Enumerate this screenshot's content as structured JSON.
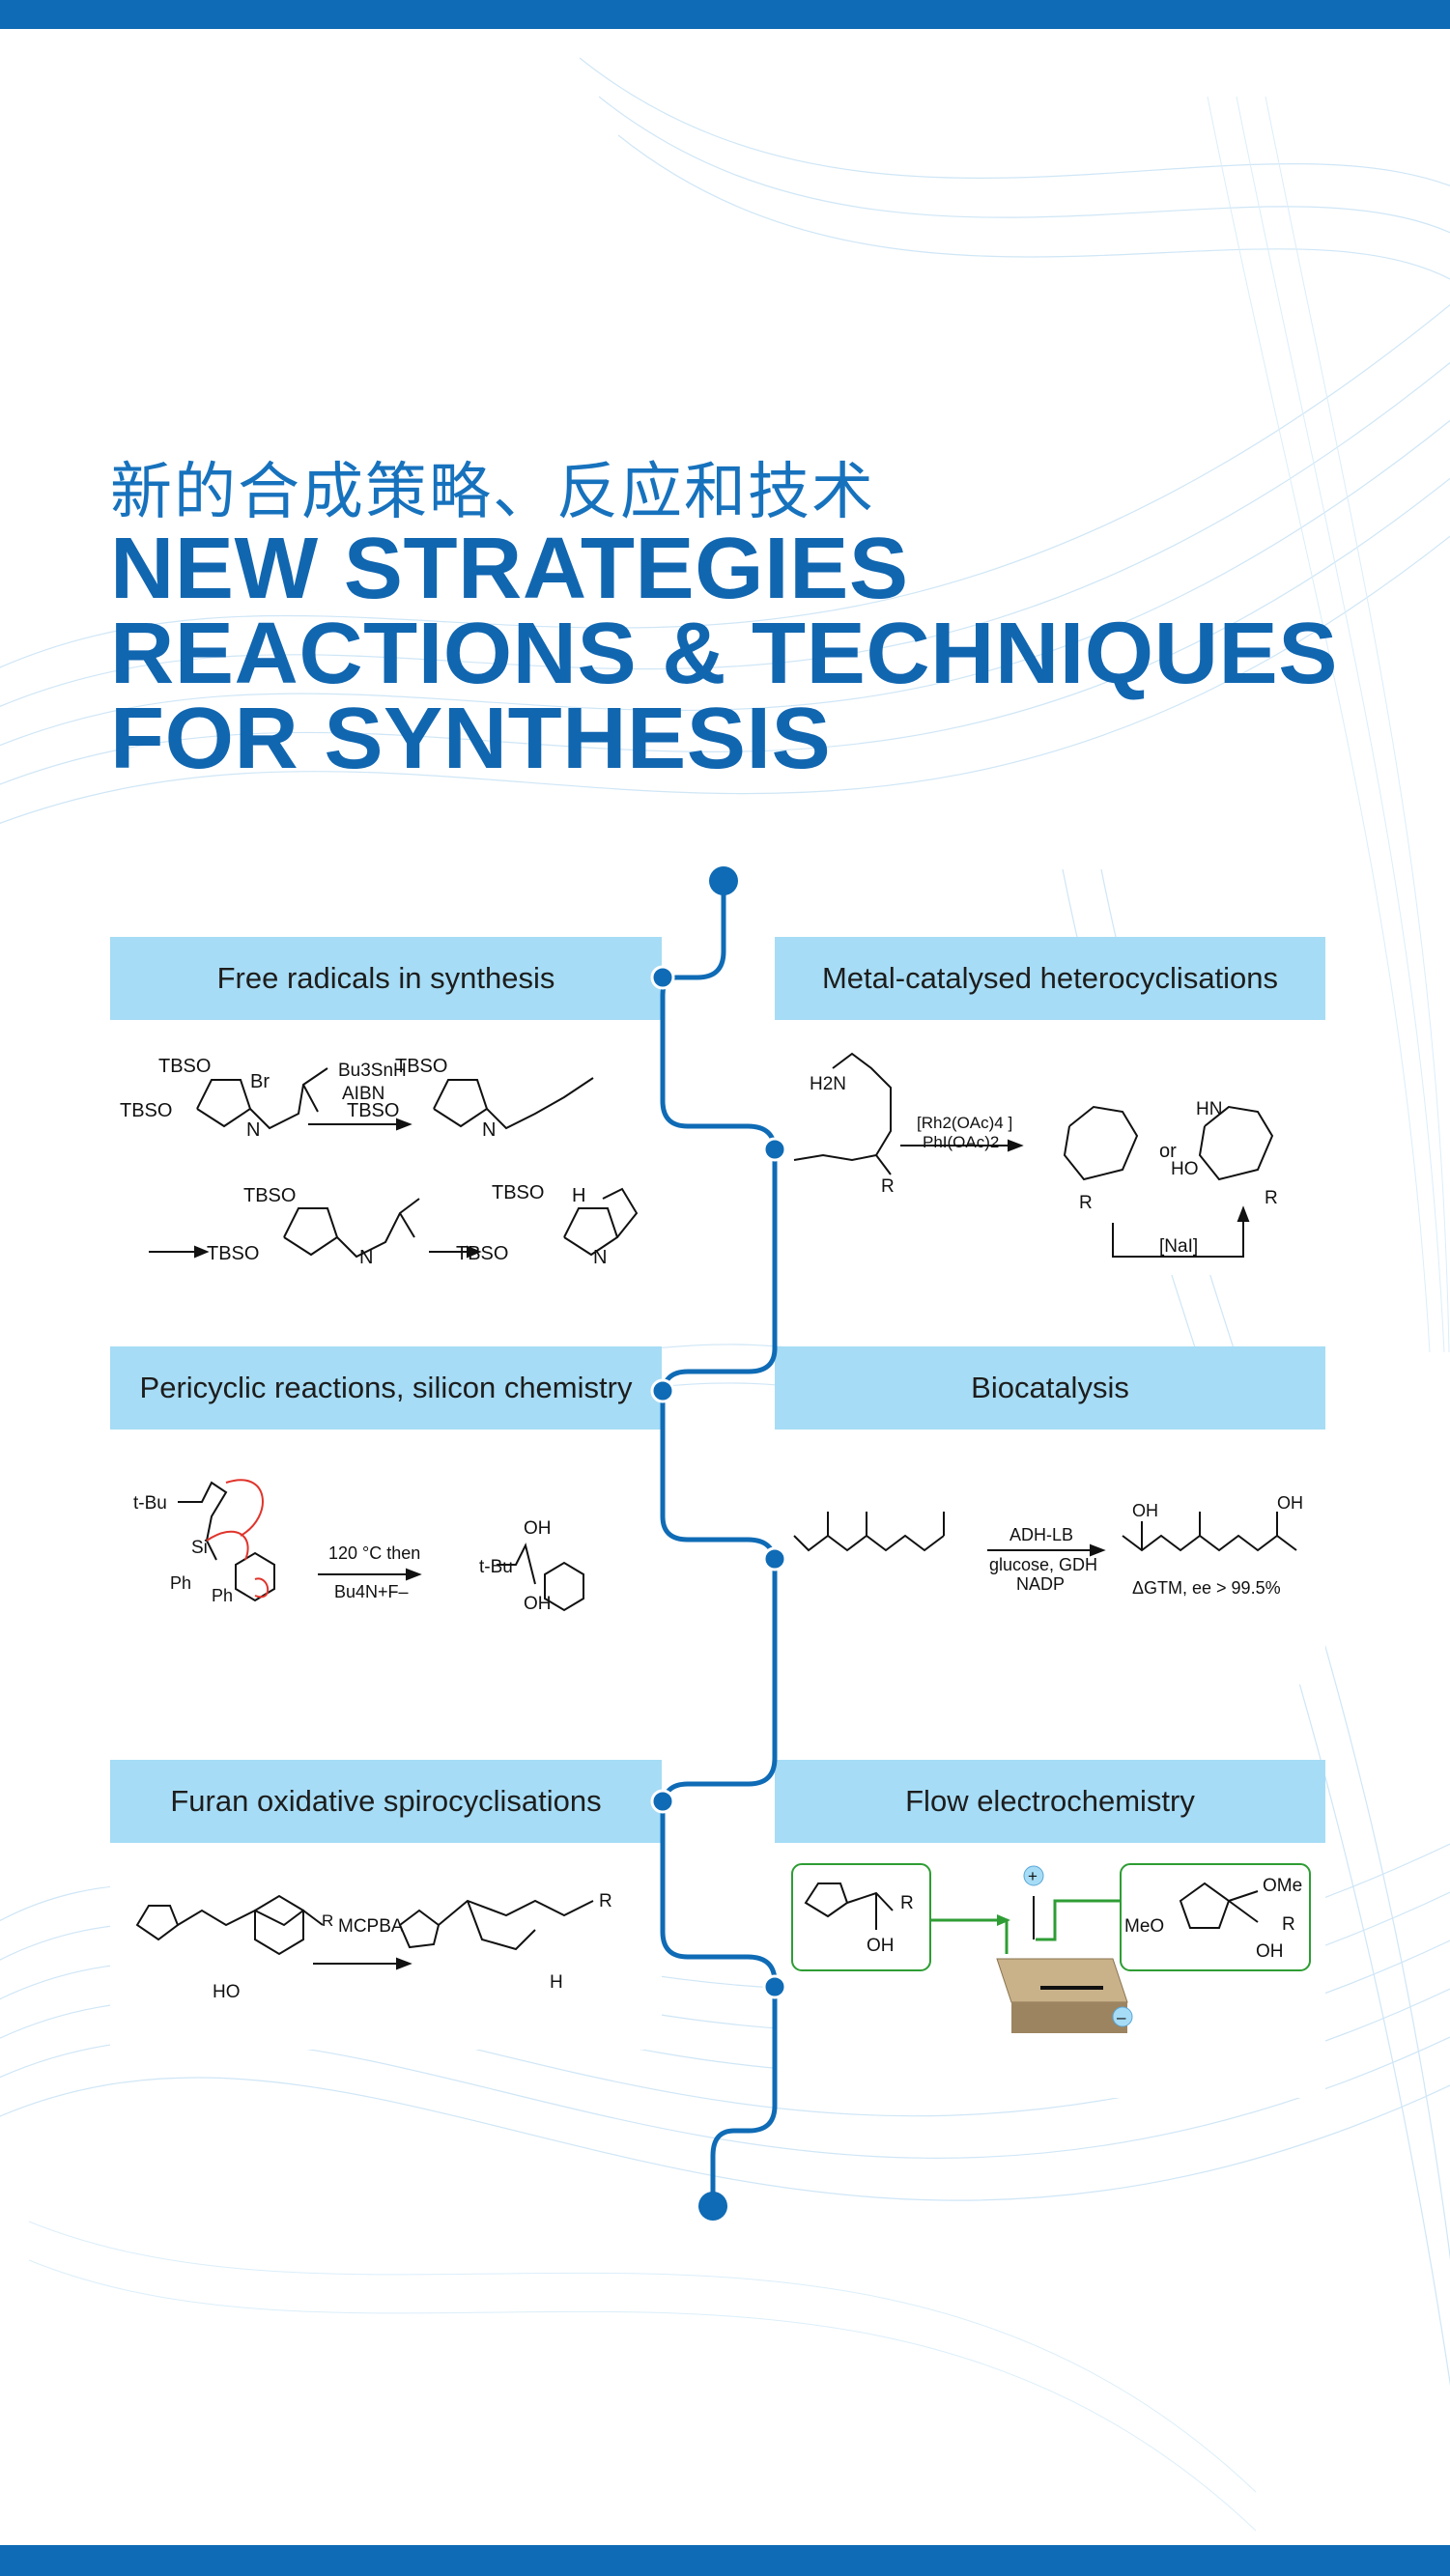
{
  "header": {
    "title_zh": "新的合成策略、反应和技术",
    "title_en_lines": [
      "NEW STRATEGIES",
      "REACTIONS & TECHNIQUES",
      "FOR SYNTHESIS"
    ]
  },
  "colors": {
    "brand_blue": "#0f6bb5",
    "header_fill": "#a6dcf5",
    "arrow_red": "#e0342b",
    "flow_green": "#2e9d34"
  },
  "topics": [
    {
      "title": "Free radicals in synthesis",
      "labels": {
        "tbso": "TBSO",
        "br": "Br",
        "reagent1": "Bu3SnH",
        "reagent2": "AIBN",
        "n": "N",
        "h": "H"
      }
    },
    {
      "title": "Metal-catalysed heterocyclisations",
      "labels": {
        "h2n": "H2N",
        "catalyst": "[Rh2(OAc)4 ]",
        "oxidant": "PhI(OAc)2",
        "or": "or",
        "nai": "[NaI]",
        "ho": "HO",
        "hn": "HN",
        "r": "R"
      }
    },
    {
      "title": "Pericyclic reactions, silicon chemistry",
      "labels": {
        "tbu": "t-Bu",
        "cond1": "120 °C then",
        "cond2": "Bu4N+F–",
        "si": "Si",
        "ph": "Ph",
        "oh": "OH"
      }
    },
    {
      "title": "Biocatalysis",
      "labels": {
        "enzyme": "ADH-LB",
        "cofactor1": "glucose, GDH",
        "cofactor2": "NADP",
        "ee": "ΔGTM, ee > 99.5%",
        "oh": "OH"
      }
    },
    {
      "title": "Furan oxidative spirocyclisations",
      "labels": {
        "reagent": "MCPBA",
        "ho": "HO",
        "r": "R",
        "h": "H"
      }
    },
    {
      "title": "Flow electrochemistry",
      "labels": {
        "oh": "OH",
        "r": "R",
        "meo": "MeO",
        "ome": "OMe",
        "plus": "+",
        "minus": "–"
      }
    }
  ]
}
